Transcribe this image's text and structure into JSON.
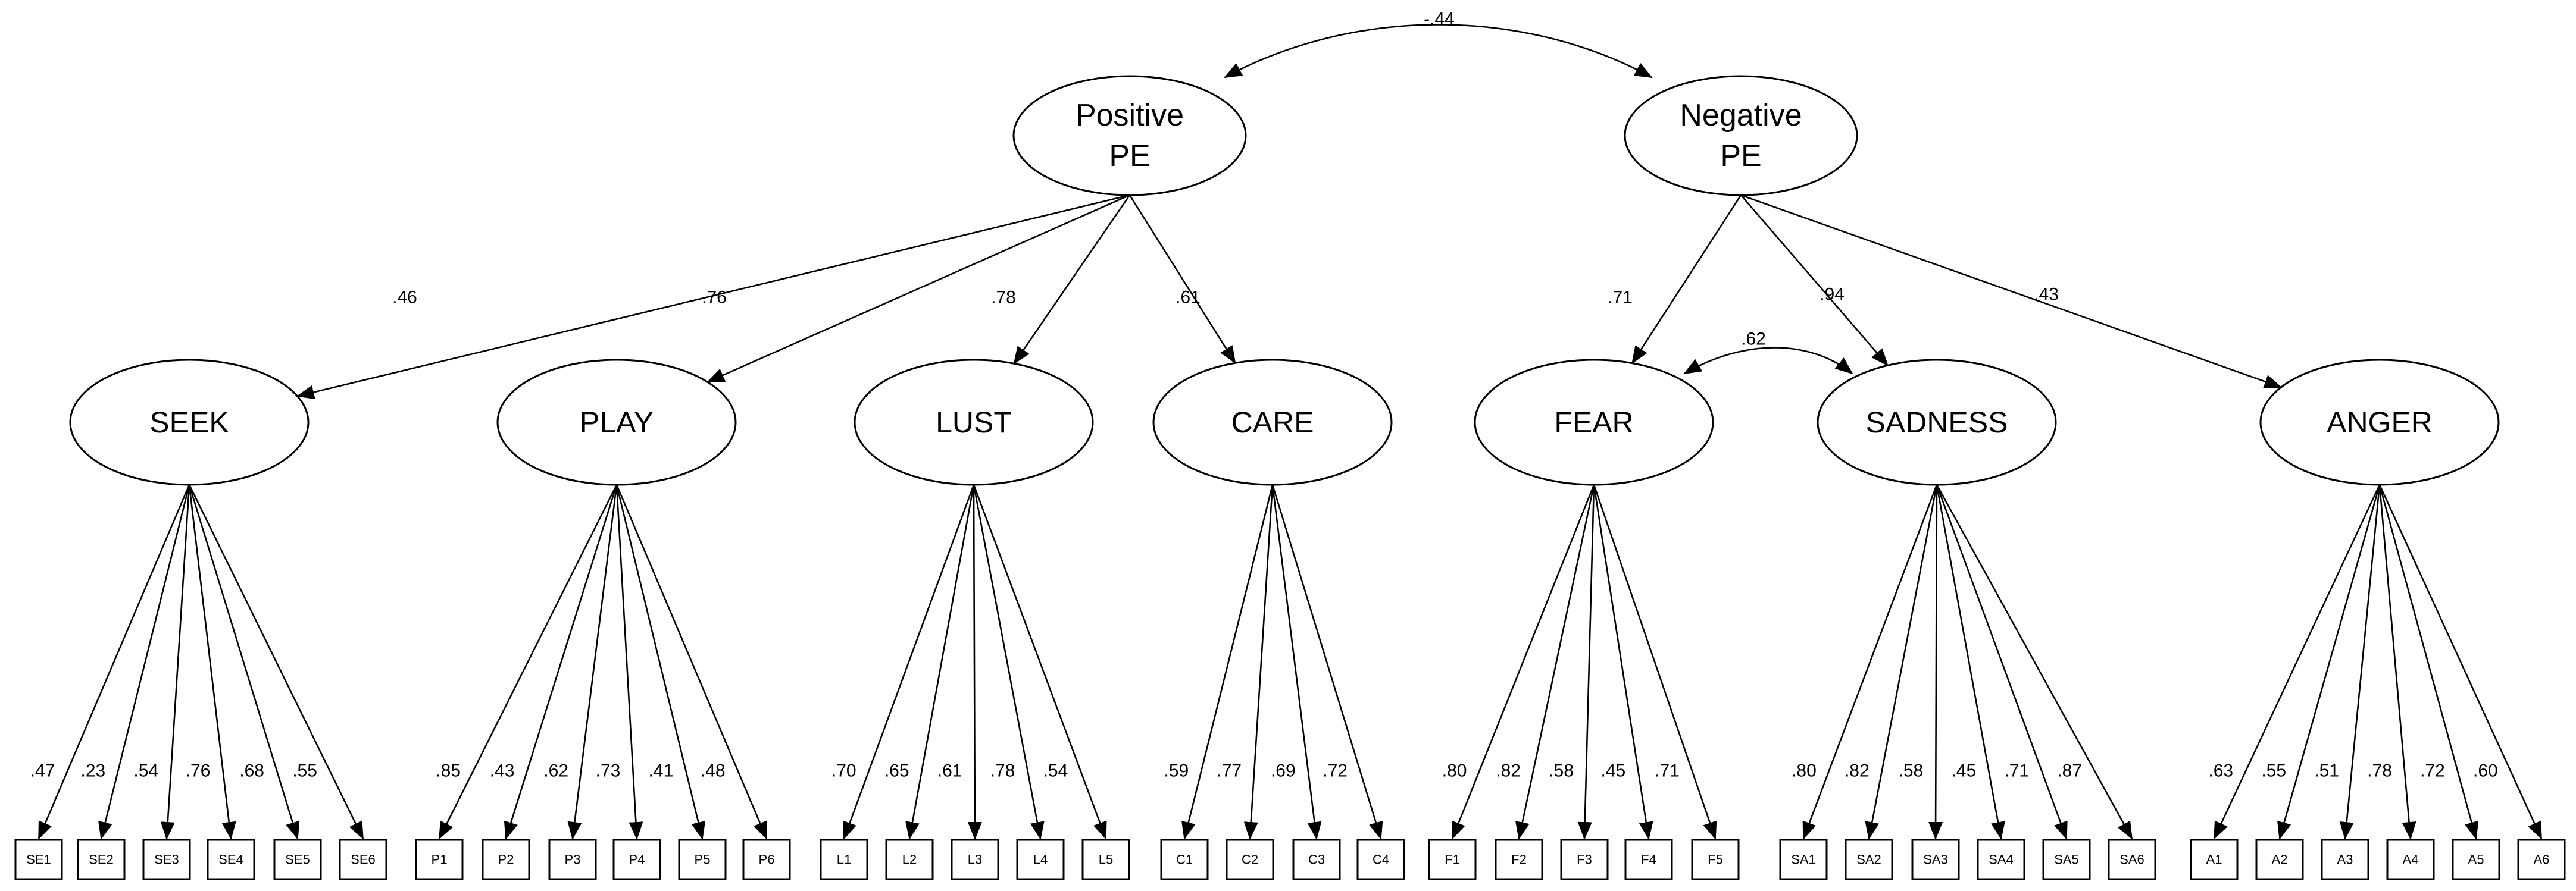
{
  "colors": {
    "stroke": "#000000",
    "fill": "#ffffff",
    "text": "#000000"
  },
  "nodes": {
    "pos": {
      "label": [
        "Positive",
        "PE"
      ]
    },
    "neg": {
      "label": [
        "Negative",
        "PE"
      ]
    },
    "seek": {
      "label": [
        "SEEK"
      ]
    },
    "play": {
      "label": [
        "PLAY"
      ]
    },
    "lust": {
      "label": [
        "LUST"
      ]
    },
    "care": {
      "label": [
        "CARE"
      ]
    },
    "fear": {
      "label": [
        "FEAR"
      ]
    },
    "sad": {
      "label": [
        "SADNESS"
      ]
    },
    "anger": {
      "label": [
        "ANGER"
      ]
    }
  },
  "second_order": {
    "correlation": "-.44",
    "positive_loadings": [
      {
        "to": "seek",
        "value": ".46"
      },
      {
        "to": "play",
        "value": ".76"
      },
      {
        "to": "lust",
        "value": ".78"
      },
      {
        "to": "care",
        "value": ".61"
      }
    ],
    "negative_loadings": [
      {
        "to": "fear",
        "value": ".71"
      },
      {
        "to": "sad",
        "value": ".94"
      },
      {
        "to": "anger",
        "value": ".43"
      }
    ],
    "fear_sadness_correlation": ".62"
  },
  "indicators": {
    "seek": [
      {
        "label": "SE1",
        "loading": ".47"
      },
      {
        "label": "SE2",
        "loading": ".23"
      },
      {
        "label": "SE3",
        "loading": ".54"
      },
      {
        "label": "SE4",
        "loading": ".76"
      },
      {
        "label": "SE5",
        "loading": ".68"
      },
      {
        "label": "SE6",
        "loading": ".55"
      }
    ],
    "play": [
      {
        "label": "P1",
        "loading": ".85"
      },
      {
        "label": "P2",
        "loading": ".43"
      },
      {
        "label": "P3",
        "loading": ".62"
      },
      {
        "label": "P4",
        "loading": ".73"
      },
      {
        "label": "P5",
        "loading": ".41"
      },
      {
        "label": "P6",
        "loading": ".48"
      }
    ],
    "lust": [
      {
        "label": "L1",
        "loading": ".70"
      },
      {
        "label": "L2",
        "loading": ".65"
      },
      {
        "label": "L3",
        "loading": ".61"
      },
      {
        "label": "L4",
        "loading": ".78"
      },
      {
        "label": "L5",
        "loading": ".54"
      }
    ],
    "care": [
      {
        "label": "C1",
        "loading": ".59"
      },
      {
        "label": "C2",
        "loading": ".77"
      },
      {
        "label": "C3",
        "loading": ".69"
      },
      {
        "label": "C4",
        "loading": ".72"
      }
    ],
    "fear": [
      {
        "label": "F1",
        "loading": ".80"
      },
      {
        "label": "F2",
        "loading": ".82"
      },
      {
        "label": "F3",
        "loading": ".58"
      },
      {
        "label": "F4",
        "loading": ".45"
      },
      {
        "label": "F5",
        "loading": ".71"
      }
    ],
    "sad": [
      {
        "label": "SA1",
        "loading": ".80"
      },
      {
        "label": "SA2",
        "loading": ".82"
      },
      {
        "label": "SA3",
        "loading": ".58"
      },
      {
        "label": "SA4",
        "loading": ".45"
      },
      {
        "label": "SA5",
        "loading": ".71"
      },
      {
        "label": "SA6",
        "loading": ".87"
      }
    ],
    "anger": [
      {
        "label": "A1",
        "loading": ".63"
      },
      {
        "label": "A2",
        "loading": ".55"
      },
      {
        "label": "A3",
        "loading": ".51"
      },
      {
        "label": "A4",
        "loading": ".78"
      },
      {
        "label": "A5",
        "loading": ".72"
      },
      {
        "label": "A6",
        "loading": ".60"
      }
    ]
  }
}
